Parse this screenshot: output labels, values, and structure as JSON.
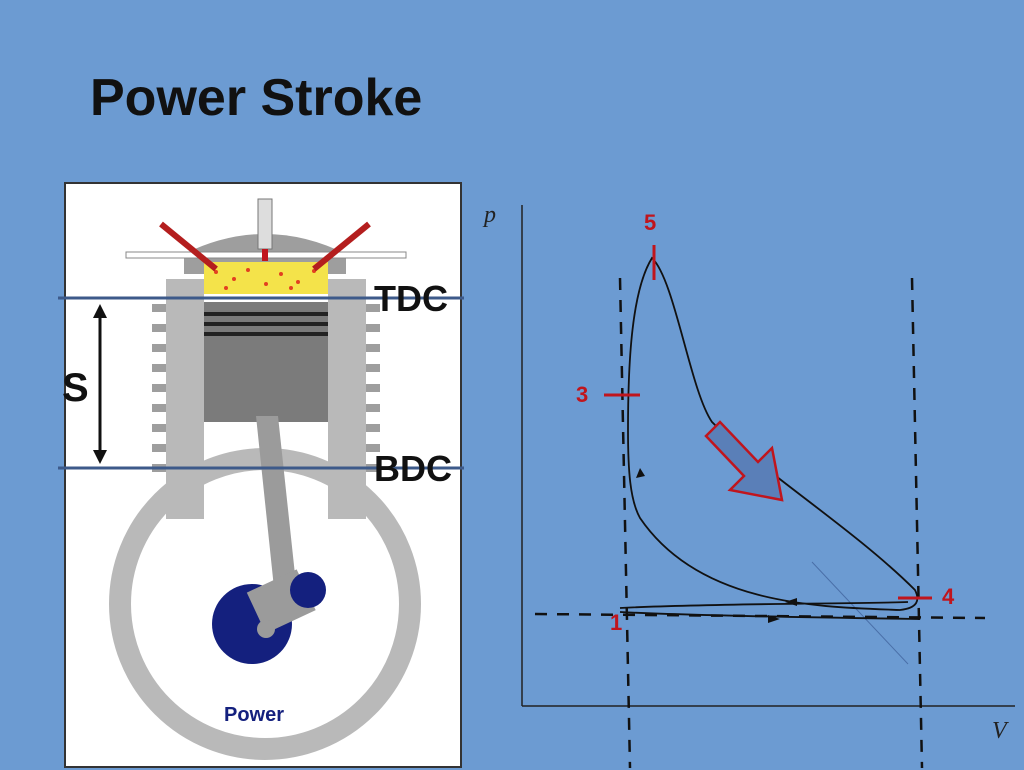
{
  "title": "Power Stroke",
  "engine": {
    "tdc_label": "TDC",
    "bdc_label": "BDC",
    "stroke_label": "S",
    "caption": "Power"
  },
  "pv_diagram": {
    "y_axis_label": "p",
    "x_axis_label": "V",
    "points": [
      "1",
      "3",
      "4",
      "5"
    ]
  },
  "colors": {
    "background": "#6c9bd2",
    "line_blue": "#3d5a8a",
    "point_red": "#c0151d",
    "crank_blue": "#14207e"
  }
}
